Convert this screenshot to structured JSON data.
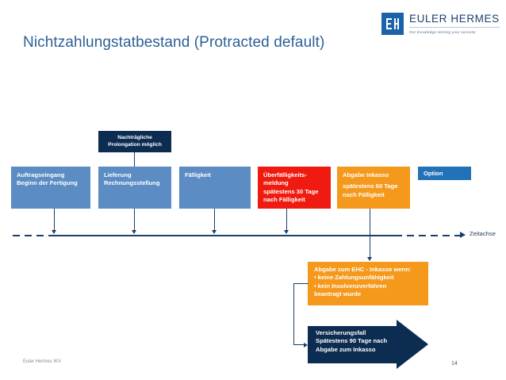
{
  "brand": {
    "logo_mark": "EH",
    "name": "EULER HERMES",
    "tagline": "Our knowledge serving your success",
    "accent_blue": "#1b62a8"
  },
  "slide": {
    "title": "Nichtzahlungstatbestand (Protracted default)",
    "footer_left": "Euler Hermes IKV",
    "page_number": "14"
  },
  "timeline": {
    "axis_label": "Zeitachse",
    "color": "#1b3f6b"
  },
  "colors": {
    "navy": "#0c2c52",
    "blue": "#5b8cc4",
    "red": "#f01b10",
    "orange": "#f5991d",
    "option_blue": "#2272b8",
    "title_blue": "#2c6096"
  },
  "callout": {
    "prolongation_line1": "Nachträgliche",
    "prolongation_line2": "Prolongation möglich"
  },
  "stages": [
    {
      "id": "auftragseingang",
      "line1": "Auftragseingang",
      "line2": "Beginn der Fertigung",
      "line3": "",
      "line4": "",
      "color": "#5b8cc4"
    },
    {
      "id": "lieferung",
      "line1": "Lieferung",
      "line2": "Rechnungsstellung",
      "line3": "",
      "line4": "",
      "color": "#5b8cc4"
    },
    {
      "id": "faelligkeit",
      "line1": "Fälligkeit",
      "line2": "",
      "line3": "",
      "line4": "",
      "color": "#5b8cc4"
    },
    {
      "id": "ueberfaelligkeitsmeldung",
      "line1": "Überfälligkeits-",
      "line2": "meldung",
      "line3": "spätestens 30 Tage",
      "line4": "nach Fälligkeit",
      "color": "#f01b10"
    },
    {
      "id": "abgabe-inkasso",
      "line1": "Abgabe Inkasso",
      "line2": "",
      "line3": "spätestens 60 Tage",
      "line4": "nach Fälligkeit",
      "color": "#f5991d"
    }
  ],
  "legend": {
    "option_label": "Option"
  },
  "ehc_box": {
    "heading": "Abgabe zum EHC - Inkasso wenn:",
    "bullet1": "• keine Zahlungsunfähigkeit",
    "bullet2": "• kein Insolvenzverfahren",
    "bullet3": "  beantragt wurde"
  },
  "insurance_case": {
    "line1": "Versicherungsfall",
    "line2": "Spätestens 90 Tage nach",
    "line3": "Abgabe zum Inkasso"
  }
}
